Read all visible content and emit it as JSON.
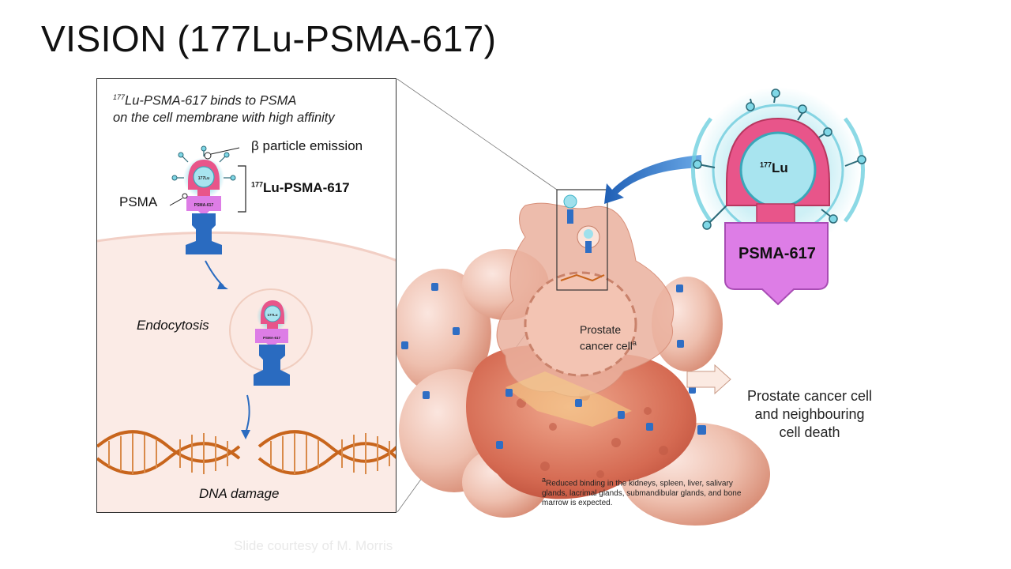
{
  "slide": {
    "title": "VISION (177Lu-PSMA-617)",
    "courtesy": "Slide courtesy of M. Morris"
  },
  "panel": {
    "caption_sup": "177",
    "caption_line1": "Lu-PSMA-617 binds to PSMA",
    "caption_line2": "on the cell membrane with high affinity",
    "beta_label": "β particle emission",
    "compound_sup": "177",
    "compound_label": "Lu-PSMA-617",
    "psma_label": "PSMA",
    "small_lu_label": "177Lu",
    "small_psma_label": "PSMA-617",
    "endocytosis_label": "Endocytosis",
    "dna_label": "DNA damage"
  },
  "illustration": {
    "cell_label_line1": "Prostate",
    "cell_label_line2": "cancer cell",
    "cell_label_sup": "a",
    "outcome_line1": "Prostate cancer cell",
    "outcome_line2": "and neighbouring",
    "outcome_line3": "cell death",
    "footnote_sup": "a",
    "footnote": "Reduced binding in the kidneys, spleen, liver, salivary glands, lacrimal glands, submandibular glands, and bone marrow is expected."
  },
  "zoom": {
    "lu_sup": "177",
    "lu_label": "Lu",
    "psma_label": "PSMA-617"
  },
  "colors": {
    "psma_blue": "#2a6bc0",
    "linker_pink": "#e8558a",
    "chelator_cyan": "#a8e4ef",
    "ligand_violet": "#dd7de6",
    "dna_orange": "#c8651c",
    "cell_salmon": "#e9a48f"
  }
}
